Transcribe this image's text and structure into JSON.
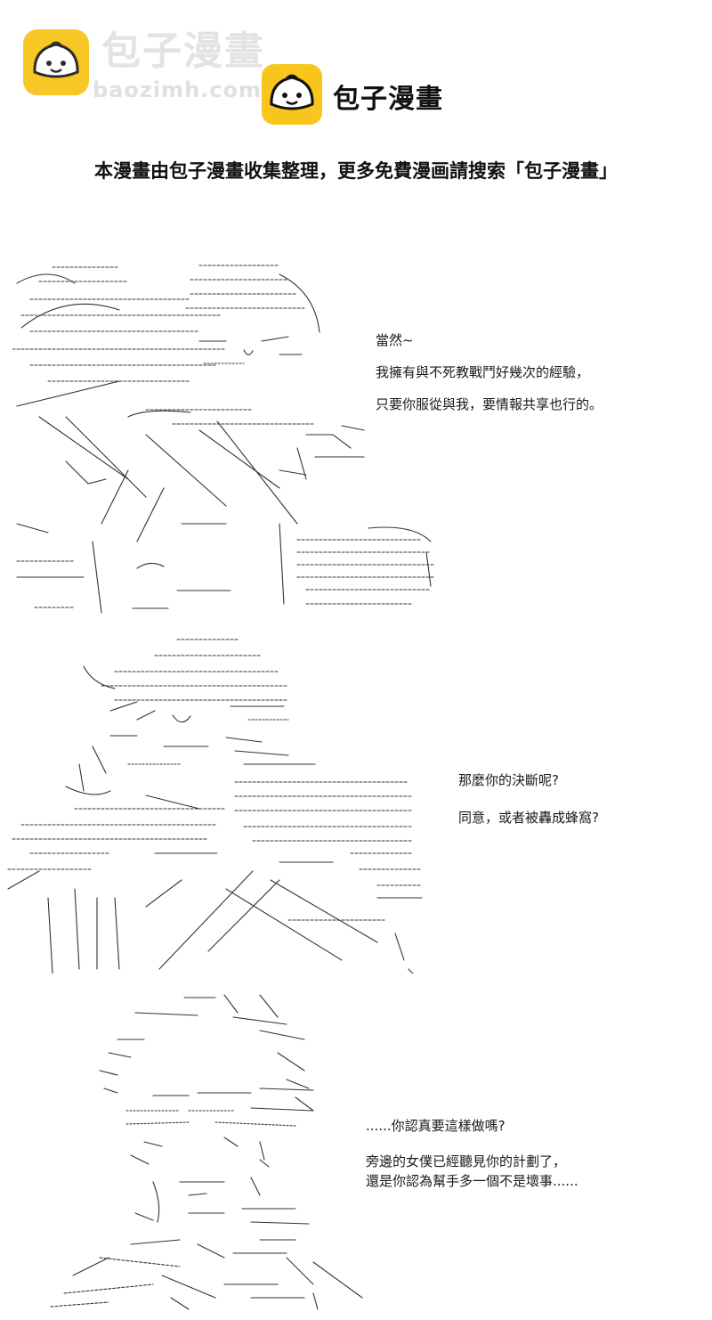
{
  "watermark": {
    "title": "包子漫畫",
    "domain": "baozimh.com",
    "logo_icon": "bun-mascot-icon"
  },
  "brand": {
    "title": "包子漫畫",
    "logo_icon": "bun-mascot-icon",
    "logo_color": "#f7c51b"
  },
  "notice": "本漫畫由包子漫畫收集整理，更多免費漫画請搜索「包子漫畫」",
  "panels": [
    {
      "art_icon": "two-characters-ascii-art",
      "lines": [
        "當然~",
        "我擁有與不死教戰鬥好幾次的經驗，",
        "只要你服從與我，要情報共享也行的。"
      ]
    },
    {
      "art_icon": "character-with-sword-ascii-art",
      "lines": [
        "那麼你的決斷呢?",
        "同意，或者被轟成蜂窩?"
      ]
    },
    {
      "art_icon": "spiky-hair-boy-ascii-art",
      "lines": [
        "......你認真要這樣做嗎?",
        "旁邊的女僕已經聽見你的計劃了，",
        "還是你認為幫手多一個不是壞事......"
      ]
    }
  ]
}
